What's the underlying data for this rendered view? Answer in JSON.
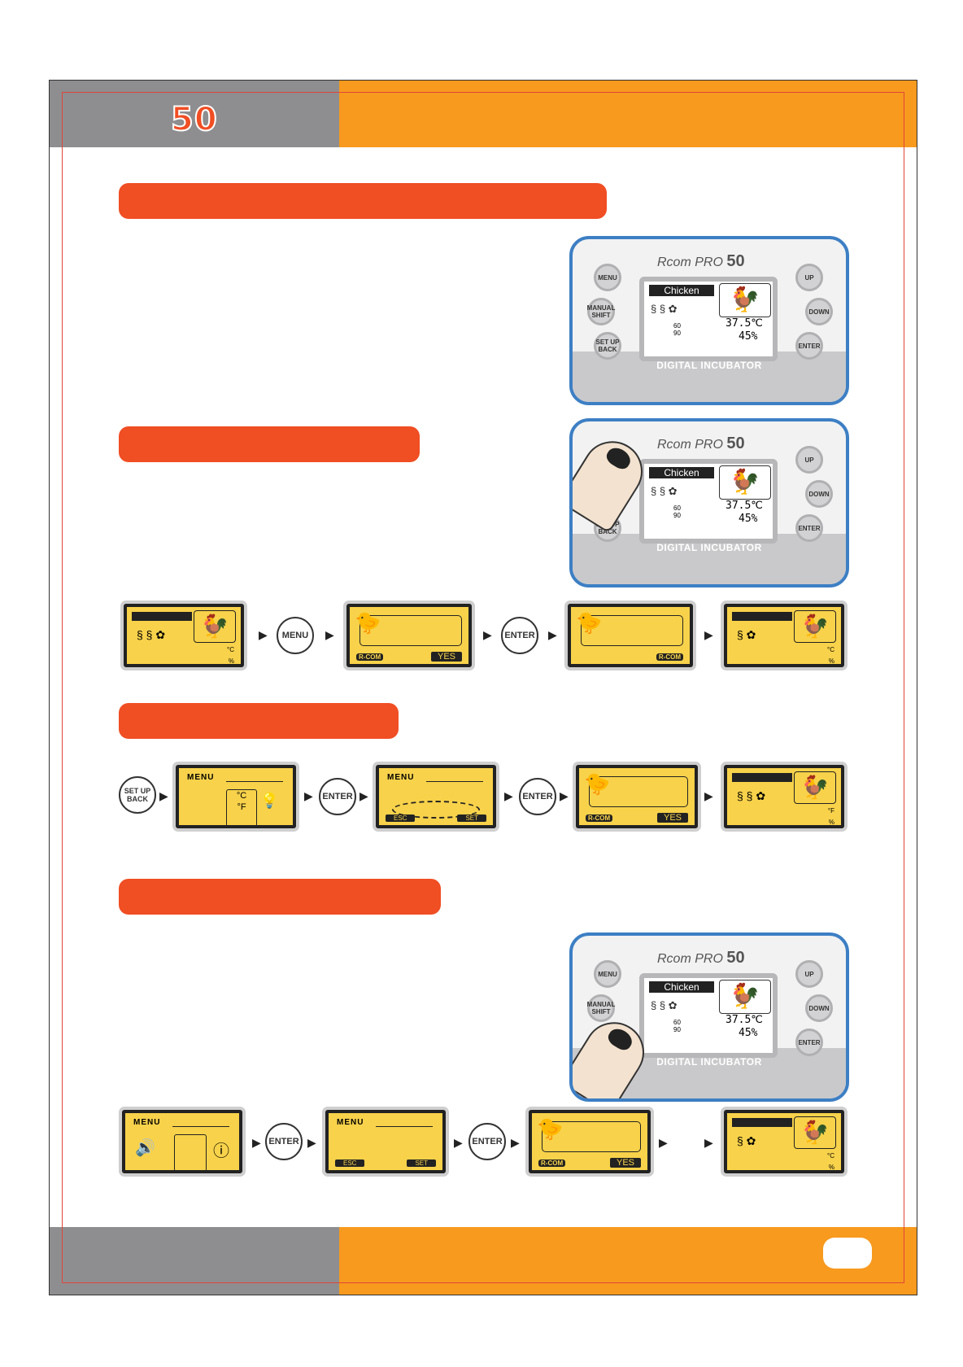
{
  "header": {
    "model_number": "50"
  },
  "device": {
    "brand_prefix": "Rcom PRO",
    "brand_number": "50",
    "lcd_title": "Chicken",
    "temperature": "37.5℃",
    "humidity": "45%",
    "small_vals": "60\n90",
    "footer": "DIGITAL INCUBATOR",
    "buttons": {
      "menu": "MENU",
      "manual": "MANUAL\nSHIFT",
      "setup": "SET UP\nBACK",
      "up": "UP",
      "down": "DOWN",
      "enter": "ENTER"
    }
  },
  "lcd": {
    "logo": "R-COM",
    "yes": "YES",
    "esc": "ESC",
    "set": "SET",
    "menu_title": "MENU",
    "unit_c": "°C",
    "unit_f": "°F",
    "pct": "%",
    "cf": "°C\n°F"
  },
  "row_buttons": {
    "menu": "MENU",
    "enter": "ENTER",
    "setup": "SET UP\nBACK"
  },
  "icons": {
    "rooster": "rooster-icon",
    "chick": "chick-icon",
    "finger": "finger-press-icon"
  }
}
